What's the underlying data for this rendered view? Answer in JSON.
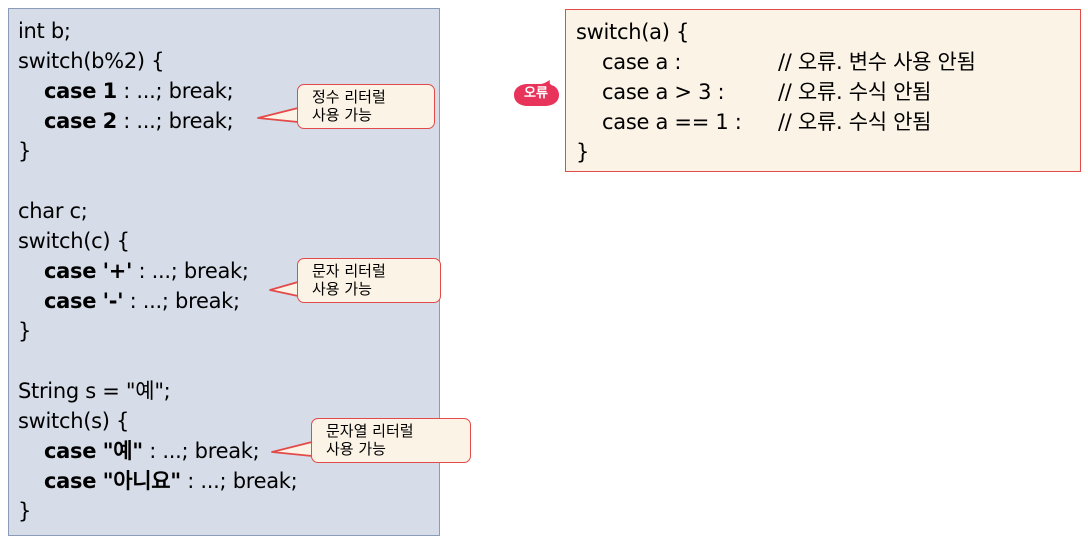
{
  "left_panel": {
    "int_block": {
      "decl": "int b;",
      "switch": "switch(b%2) {",
      "case1_kw": "case",
      "case1_val": "1",
      "case1_rest": " : ...; break;",
      "case2_kw": "case",
      "case2_val": "2",
      "case2_rest": " : ...; break;",
      "close": "}"
    },
    "char_block": {
      "decl": "char c;",
      "switch": "switch(c) {",
      "case1_kw": "case",
      "case1_val": "'+'",
      "case1_rest": " : ...; break;",
      "case2_kw": "case",
      "case2_val": "'-'",
      "case2_rest": " : ...; break;",
      "close": "}"
    },
    "string_block": {
      "decl": "String s = \"예\";",
      "switch": "switch(s) {",
      "case1_kw": "case",
      "case1_val": "\"예\"",
      "case1_rest": " : ...; break;",
      "case2_kw": "case",
      "case2_val": "\"아니요\"",
      "case2_rest": " : ...; break;",
      "close": "}"
    }
  },
  "callouts": {
    "int_literal": {
      "line1": "정수 리터럴",
      "line2": "사용 가능"
    },
    "char_literal": {
      "line1": "문자 리터럴",
      "line2": "사용 가능"
    },
    "string_literal": {
      "line1": "문자열 리터럴",
      "line2": "사용 가능"
    }
  },
  "right_panel": {
    "switch": "switch(a) {",
    "rows": [
      {
        "code": "case a :",
        "comment": "// 오류. 변수 사용 안됨"
      },
      {
        "code": "case a > 3 :",
        "comment": "// 오류. 수식 안됨"
      },
      {
        "code": "case a == 1 :",
        "comment": "// 오류. 수식 안됨"
      }
    ],
    "close": "}"
  },
  "error_badge": {
    "label": "오류",
    "color": "#e8335a"
  },
  "colors": {
    "left_bg": "#d6dde8",
    "right_bg": "#fbf3e6",
    "callout_border": "#e34a4a"
  }
}
